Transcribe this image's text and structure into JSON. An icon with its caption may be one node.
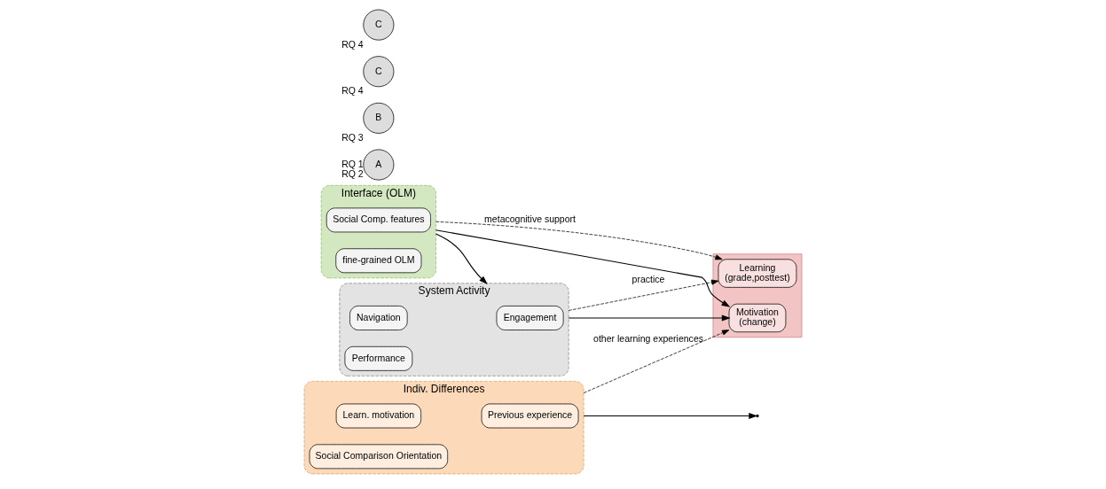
{
  "diagram": {
    "nodes": [
      {
        "text": [
          "Interface (OLM)"
        ]
      },
      {
        "text": [
          "Social Comp. features"
        ],
        "in": 0
      },
      {
        "text": [
          "fine-grained OLM"
        ],
        "in": 0
      },
      {
        "text": [
          "System Activity"
        ]
      },
      {
        "text": [
          "Engagement"
        ],
        "in": 3
      },
      {
        "text": [
          "Navigation"
        ],
        "in": 3
      },
      {
        "text": [
          "Performance"
        ],
        "in": 3
      },
      {
        "text": [],
        "shape": "box"
      },
      {
        "text": [
          "Learning",
          "(grade,posttest)"
        ],
        "in": 7
      },
      {
        "text": [
          "Motivation",
          "(change)"
        ],
        "in": 7
      },
      {
        "text": [
          "Indiv. Differences"
        ]
      },
      {
        "text": [
          "Previous experience"
        ],
        "in": 10
      },
      {
        "text": [
          "Learn. motivation"
        ],
        "in": 10
      },
      {
        "text": [
          "Social Comparison Orientation"
        ],
        "in": 10
      },
      {
        "text": [
          "A"
        ],
        "beside": [
          "RQ 1",
          "RQ 2"
        ]
      },
      {
        "text": [
          "B"
        ],
        "beside": [
          "RQ 3"
        ]
      },
      {
        "text": [
          "C"
        ],
        "beside": [
          "RQ 4"
        ]
      },
      {
        "text": [
          "C"
        ],
        "beside": [
          "RQ 4"
        ]
      }
    ],
    "edges": [
      {
        "from": 0,
        "to": 3,
        "arrow": "to"
      },
      {
        "from": 10,
        "to": null,
        "arrow": "to"
      },
      {
        "from": 0,
        "to": 9,
        "arrow": "to"
      },
      {
        "from": 0,
        "to": 8,
        "arrow": "to",
        "style": "dashed",
        "label": "metacognitive support"
      },
      {
        "from": 3,
        "to": 8,
        "arrow": "to",
        "style": "dashed",
        "label": "practice"
      },
      {
        "from": 3,
        "to": 9,
        "arrow": "to"
      },
      {
        "from": 10,
        "to": 9,
        "arrow": "to",
        "style": "dashed",
        "label": "other learning experiences"
      }
    ]
  }
}
